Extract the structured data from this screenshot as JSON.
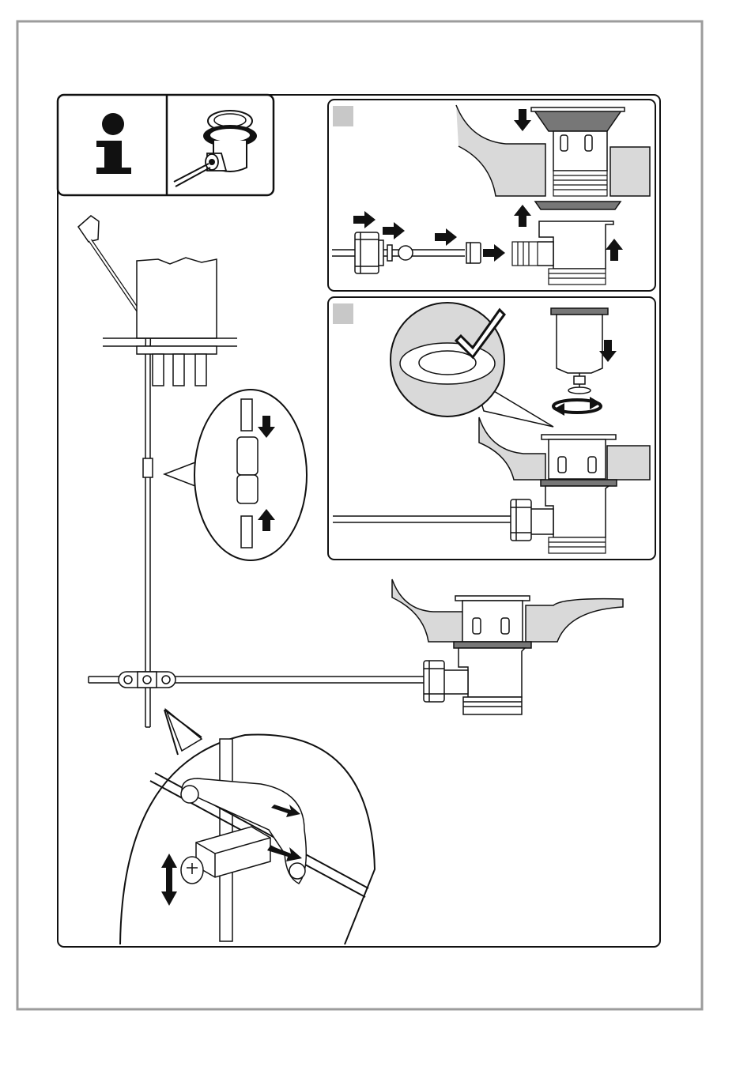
{
  "page": {
    "background": "#ffffff",
    "outer_border": "#9c9c9c"
  },
  "info_panel": {
    "glyph": "i",
    "icon": "info-icon",
    "thumb_icon": "pop-up-waste-icon"
  },
  "steps": [
    {
      "id": "step-1",
      "badge_color": "#c8c8c8",
      "label": ""
    },
    {
      "id": "step-2",
      "badge_color": "#c8c8c8",
      "label": ""
    }
  ],
  "colors": {
    "line": "#111111",
    "basin": "#d9d9d9",
    "gasket": "#777777",
    "arrow": "#111111"
  }
}
